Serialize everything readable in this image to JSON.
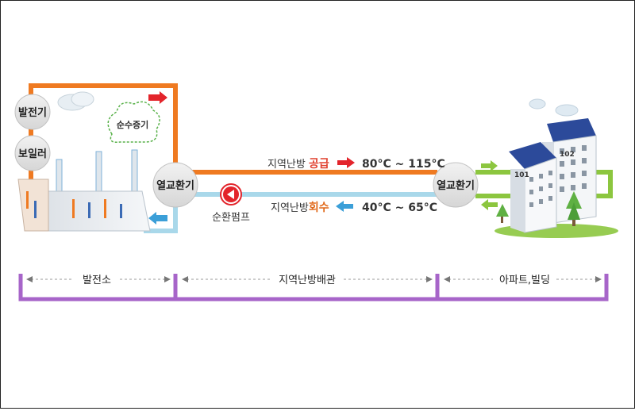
{
  "nodes": {
    "generator": "발전기",
    "boiler": "보일러",
    "steam": "순수증기",
    "hx_left": "열교환기",
    "hx_right": "열교환기",
    "pump": "순환펌프"
  },
  "flows": {
    "supply": {
      "prefix": "지역난방 ",
      "accent": "공급",
      "temp": "80°C ~ 115°C",
      "accent_color": "#e0402f"
    },
    "return": {
      "prefix": "지역난방",
      "accent": "회수",
      "temp": "40°C ~ 65°C",
      "accent_color": "#e06a1c"
    }
  },
  "buildings": {
    "b1": "101",
    "b2": "102"
  },
  "sections": [
    "발전소",
    "지역난방배관",
    "아파트,빌딩"
  ],
  "colors": {
    "supply_pipe": "#ef7a21",
    "return_pipe": "#a9d8ea",
    "building_loop": "#8cc63f",
    "section_bracket": "#a765c9",
    "pump": "#e3242b",
    "node_fill": "#e4e4e4"
  }
}
